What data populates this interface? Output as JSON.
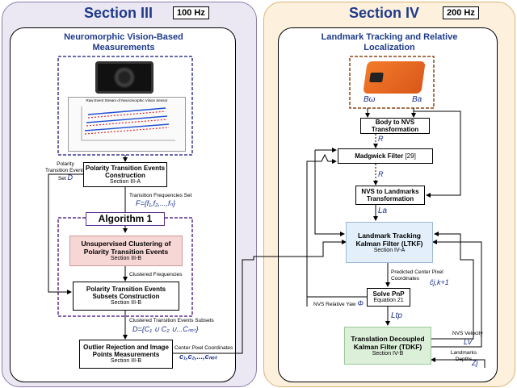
{
  "section3": {
    "title": "Section III",
    "rate": "100 Hz",
    "inner_title": "Neuromorphic Vision-Based Measurements",
    "plot_caption": "Raw Event Stream of Neuromorphic Vision Sensor",
    "polarity_label": "Polarity Transition Events Set",
    "polarity_symbol": "D",
    "box1_title": "Polarity Transition Events Construction",
    "box1_sub": "Section III-A",
    "freq_label": "Transition Frequencies Set",
    "freq_formula": "F={f₁,f₂,...,fₙ}",
    "algorithm_title": "Algorithm 1",
    "clustering_title": "Unsupervised Clustering of Polarity Transition Events",
    "clustering_sub": "Section III-B",
    "clustered_label": "Clustered Frequencies",
    "subsets_title": "Polarity Transition Events Subsets Construction",
    "subsets_sub": "Section III-B",
    "cluster_subsets_label": "Clustered Transition Events Subsets",
    "cluster_subsets_formula": "D={C₁ ∪ C₂ ∪...Cₙₒₜ}",
    "outlier_title": "Outlier Rejection and Image Points Measurements",
    "outlier_sub": "Section III-B",
    "center_label": "Center Pixel Coordinates",
    "center_formula": "c₁,c₂,...,cₙₒₜ"
  },
  "section4": {
    "title": "Section IV",
    "rate": "200 Hz",
    "inner_title": "Landmark Tracking and Relative Localization",
    "imu_b_omega": "Bω",
    "imu_b_a": "Ba",
    "body_nvs_title": "Body to NVS Transformation",
    "r_label1": "R",
    "madgwick_title": "Madgwick Filter",
    "madgwick_ref": "[29]",
    "r_label2": "R",
    "nvs_landmarks_title": "NVS to Landmarks Transformation",
    "la_label": "La",
    "ltkf_title": "Landmark Tracking Kalman Filter (LTKF)",
    "ltkf_sub": "Section IV-A",
    "predicted_label": "Predicted Center Pixel Coordinates",
    "predicted_symbol": "ĉj,k+1",
    "pnp_title": "Solve PnP",
    "pnp_sub": "Equation 21",
    "yaw_label": "NVS Relative Yaw",
    "yaw_symbol": "Φ",
    "ltp_label": "Ltp",
    "tdkf_title": "Translation Decoupled Kalman Filter (TDKF)",
    "tdkf_sub": "Section IV-B",
    "velocity_label": "NVS Velocity",
    "velocity_symbol": "LV",
    "depth_label": "Landmarks Depths",
    "depth_symbol": "Zj"
  },
  "colors": {
    "section3_bg": "#ece8f3",
    "section4_bg": "#fdf1de",
    "algorithm_border": "#5b2d8e",
    "camera_border": "#3a3a8f",
    "imu_border": "#8b4513",
    "clustering_fill": "#f7d6d6",
    "ltkf_fill": "#e3effa",
    "tdkf_fill": "#dcefd9"
  }
}
